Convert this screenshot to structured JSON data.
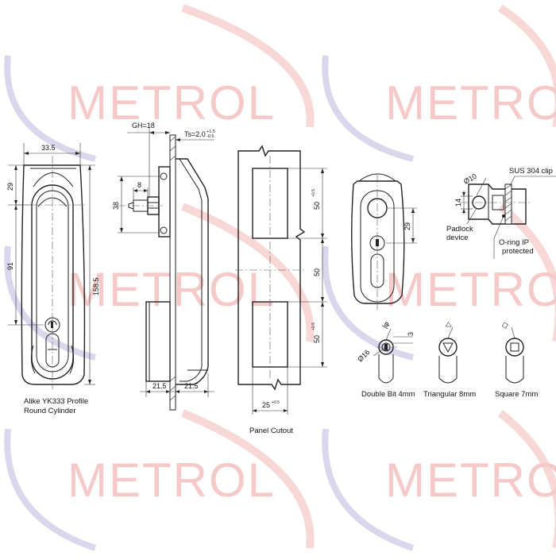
{
  "watermark": {
    "brand": "METROL"
  },
  "front_view": {
    "width_dim": "33.5",
    "top_dim": "29",
    "handle_dim": "91",
    "height_dim": "158.5",
    "caption_line1": "Alike YK333 Profile",
    "caption_line2": "Round Cylinder"
  },
  "side_view": {
    "grip_height": "GH=18",
    "panel_thickness": "Ts=2.0",
    "panel_tolerance_up": "+1.5",
    "panel_tolerance_down": "-0.5",
    "nut_dim": "8",
    "stud_pitch": "38",
    "depth_left": "21.5",
    "depth_right": "21.5"
  },
  "panel_cutout": {
    "upper_slot": "50",
    "upper_tol_up": "+0.5",
    "upper_tol_down": "0",
    "spacing": "50",
    "lower_slot": "50",
    "lower_tol_up": "+0.5",
    "lower_tol_down": "0",
    "width": "25",
    "width_tol_up": "+0.5",
    "width_tol_down": "0",
    "caption": "Panel Cutout"
  },
  "padlock_detail": {
    "spacing_dim": "29",
    "hole_dim": "Ø10",
    "offset_dim": "14",
    "clip_label": "SUS 304 clip",
    "padlock_label_line1": "Padlock",
    "padlock_label_line2": "device",
    "oring_label_line1": "O-ring IP",
    "oring_label_line2": "protected"
  },
  "key_options": [
    {
      "name": "Double Bit 4mm",
      "symbol": "|φ",
      "extra_dim": "3",
      "diameter": "Ø16"
    },
    {
      "name": "Triangular 8mm",
      "symbol": "▽"
    },
    {
      "name": "Square 7mm",
      "symbol": "◻"
    }
  ]
}
